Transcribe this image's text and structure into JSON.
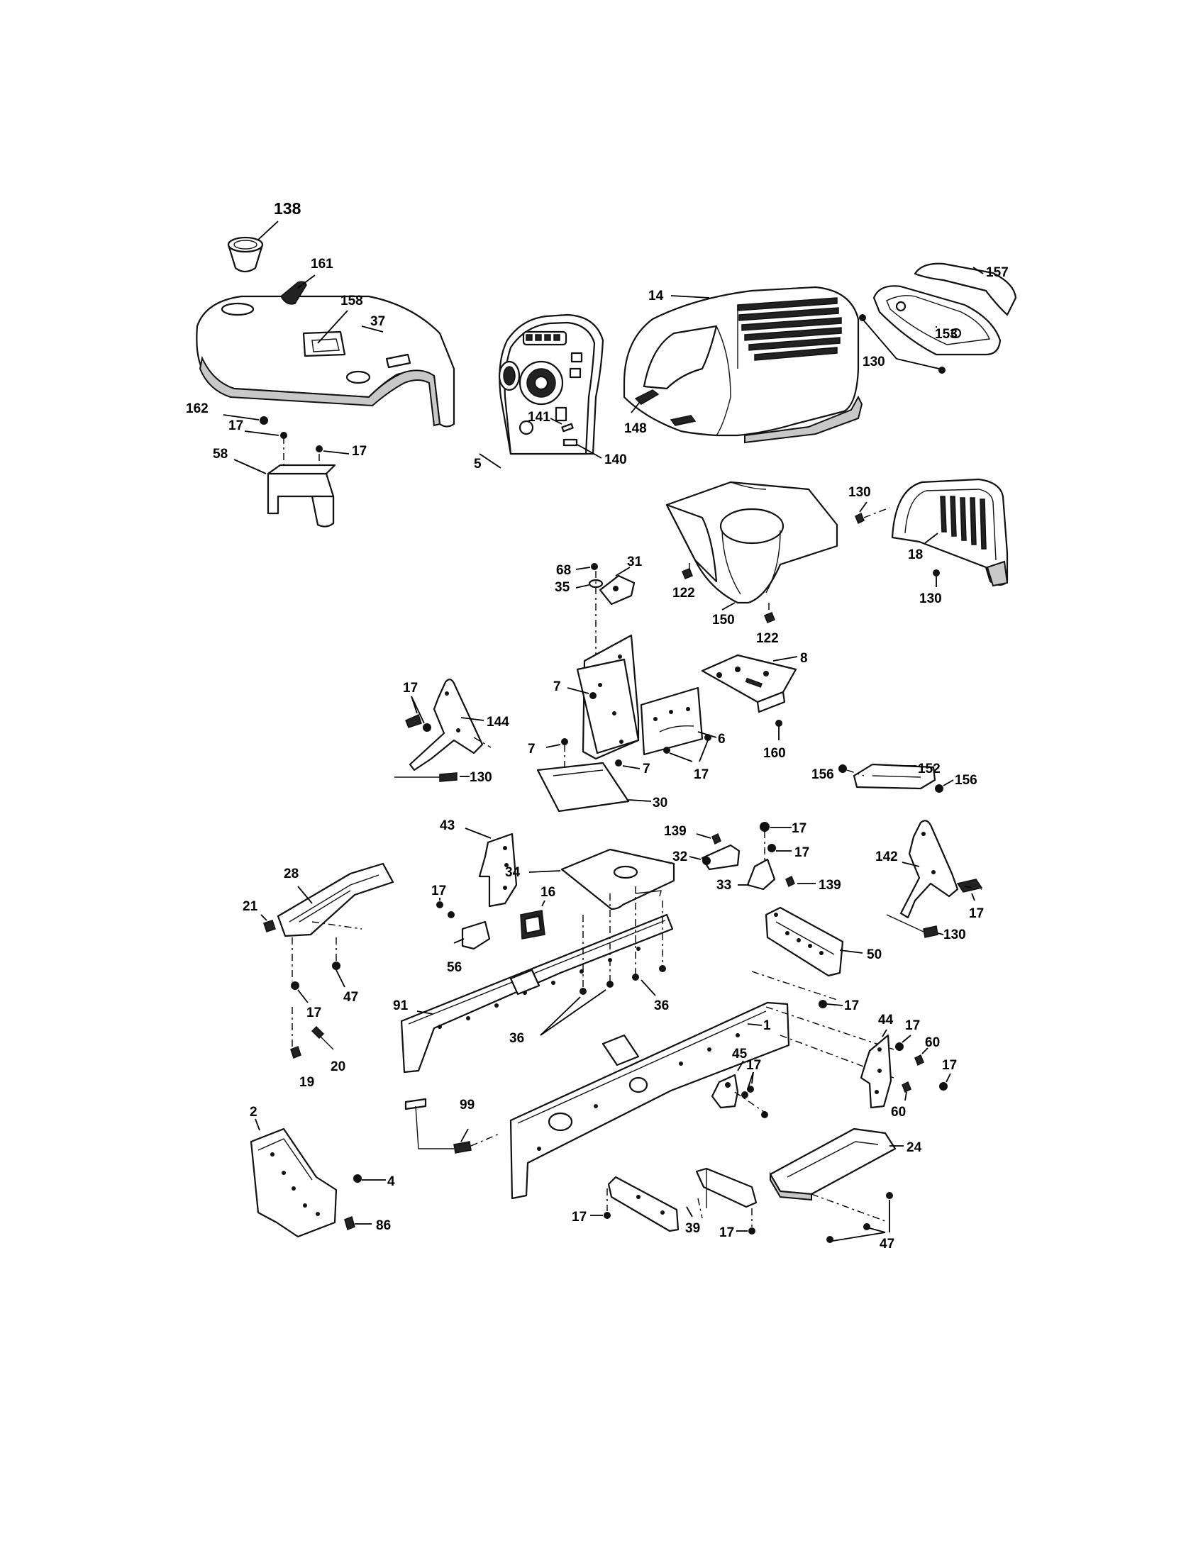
{
  "callouts": {
    "c138": "138",
    "c161": "161",
    "c158": "158",
    "c37": "37",
    "c162": "162",
    "c17a": "17",
    "c17b": "17",
    "c58": "58",
    "c141": "141",
    "c5": "5",
    "c140": "140",
    "c14": "14",
    "c148": "148",
    "c157": "157",
    "c153": "153",
    "c130a": "130",
    "c130b": "130",
    "c18": "18",
    "c130c": "130",
    "c150": "150",
    "c122a": "122",
    "c122b": "122",
    "c68": "68",
    "c31": "31",
    "c35": "35",
    "c8": "8",
    "c7a": "7",
    "c6": "6",
    "c160": "160",
    "c7b": "7",
    "c7c": "7",
    "c17c": "17",
    "c30": "30",
    "c17d": "17",
    "c144": "144",
    "c130d": "130",
    "c152": "152",
    "c156a": "156",
    "c156b": "156",
    "c43": "43",
    "c139a": "139",
    "c17e": "17",
    "c17f": "17",
    "c32": "32",
    "c34": "34",
    "c33": "33",
    "c139b": "139",
    "c142": "142",
    "c17g": "17",
    "c130e": "130",
    "c28": "28",
    "c21": "21",
    "c47a": "47",
    "c17h": "17",
    "c20": "20",
    "c19": "19",
    "c17i": "17",
    "c56": "56",
    "c16": "16",
    "c50": "50",
    "c91": "91",
    "c36a": "36",
    "c36b": "36",
    "c17j": "17",
    "c1": "1",
    "c44": "44",
    "c17k": "17",
    "c60a": "60",
    "c17l": "17",
    "c60b": "60",
    "c45": "45",
    "c17m": "17",
    "c99": "99",
    "c2": "2",
    "c4": "4",
    "c86": "86",
    "c24": "24",
    "c17n": "17",
    "c39": "39",
    "c17o": "17",
    "c47b": "47"
  }
}
